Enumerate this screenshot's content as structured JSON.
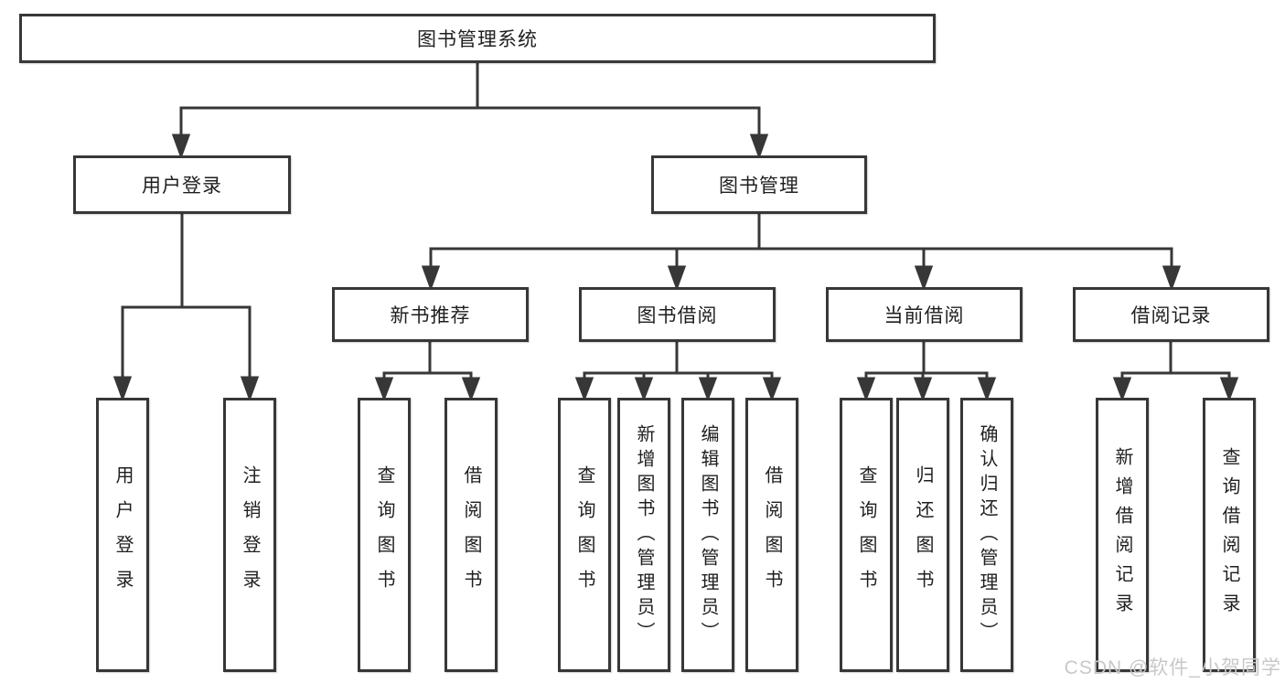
{
  "diagram": {
    "title": "图书管理系统",
    "level2": {
      "user_login": "用户登录",
      "book_management": "图书管理"
    },
    "level3": {
      "new_book_recommend": "新书推荐",
      "book_borrow": "图书借阅",
      "current_borrow": "当前借阅",
      "borrow_records": "借阅记录"
    },
    "leaves": {
      "user_login": "用户登录",
      "logout": "注销登录",
      "rec_query_books": "查询图书",
      "rec_borrow_books": "借阅图书",
      "borrow_query_books": "查询图书",
      "borrow_add_book": "新增图书（管理员）",
      "borrow_edit_book": "编辑图书（管理员）",
      "borrow_book": "借阅图书",
      "cur_query_books": "查询图书",
      "cur_return_book": "归还图书",
      "cur_confirm_return": "确认归还（管理员）",
      "records_add": "新增借阅记录",
      "records_query": "查询借阅记录"
    },
    "watermark": "CSDN @软件_小贺同学",
    "colors": {
      "line": "#373737",
      "text": "#1f1f1f",
      "watermark": "#c8c8c8",
      "background": "#ffffff"
    }
  }
}
